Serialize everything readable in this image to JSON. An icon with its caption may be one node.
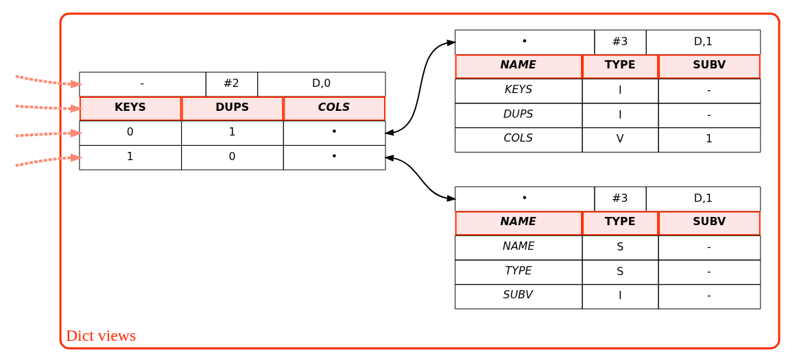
{
  "diagram": {
    "nodes": [
      {
        "text": [
          "Dict views"
        ]
      },
      {
        "text": [
          "-",
          "#2",
          "D,0",
          "KEYS",
          "DUPS",
          "COLS",
          "0",
          "1",
          "•",
          "1",
          "0",
          "•"
        ],
        "in": 0
      },
      {
        "text": [
          "•",
          "#3",
          "D,1",
          "NAME",
          "TYPE",
          "SUBV",
          "KEYS",
          "I",
          "-",
          "DUPS",
          "I",
          "-",
          "COLS",
          "V",
          "1"
        ],
        "in": 0
      },
      {
        "text": [
          "•",
          "#3",
          "D,1",
          "NAME",
          "TYPE",
          "SUBV",
          "NAME",
          "S",
          "-",
          "TYPE",
          "S",
          "-",
          "SUBV",
          "I",
          "-"
        ],
        "in": 0
      }
    ],
    "edges": [
      {
        "from": null,
        "to": 1,
        "arrow": "to",
        "style": "dashed"
      },
      {
        "from": null,
        "to": 1,
        "arrow": "to",
        "style": "dashed"
      },
      {
        "from": null,
        "to": 1,
        "arrow": "to",
        "style": "dashed"
      },
      {
        "from": null,
        "to": 1,
        "arrow": "to",
        "style": "dashed"
      },
      {
        "from": 1,
        "to": 2,
        "arrow": "both",
        "color": "#000000"
      },
      {
        "from": 1,
        "to": 3,
        "arrow": "both",
        "color": "#000000"
      }
    ]
  }
}
